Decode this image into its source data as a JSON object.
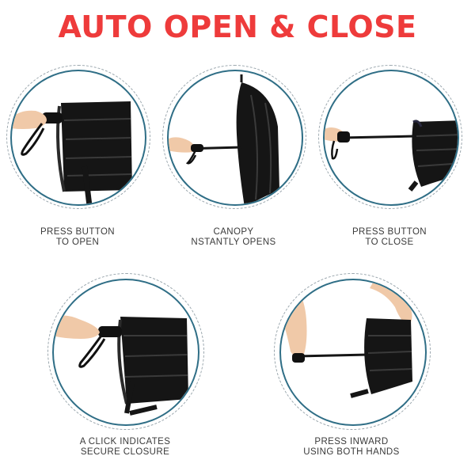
{
  "title": "AUTO OPEN & CLOSE",
  "colors": {
    "title": "#ee3b3b",
    "ring": "#2f6e86",
    "dashed_ring": "#9aa6ad",
    "umbrella": "#151515",
    "skin": "#f0c9a8",
    "caption": "#3a3a3a"
  },
  "steps": [
    {
      "image": "hand-holding-folded-umbrella",
      "caption": [
        "PRESS BUTTON",
        "TO OPEN"
      ]
    },
    {
      "image": "umbrella-opening-upward",
      "caption": [
        "CANOPY",
        "NSTANTLY OPENS"
      ]
    },
    {
      "image": "hand-holding-open-umbrella-sideways",
      "caption": [
        "PRESS BUTTON",
        "TO CLOSE"
      ]
    },
    {
      "image": "hand-clicking-folded-umbrella",
      "caption": [
        "A CLICK INDICATES",
        "SECURE CLOSURE"
      ]
    },
    {
      "image": "two-hands-pushing-umbrella-inward",
      "caption": [
        "PRESS INWARD",
        "USING BOTH HANDS"
      ]
    }
  ]
}
